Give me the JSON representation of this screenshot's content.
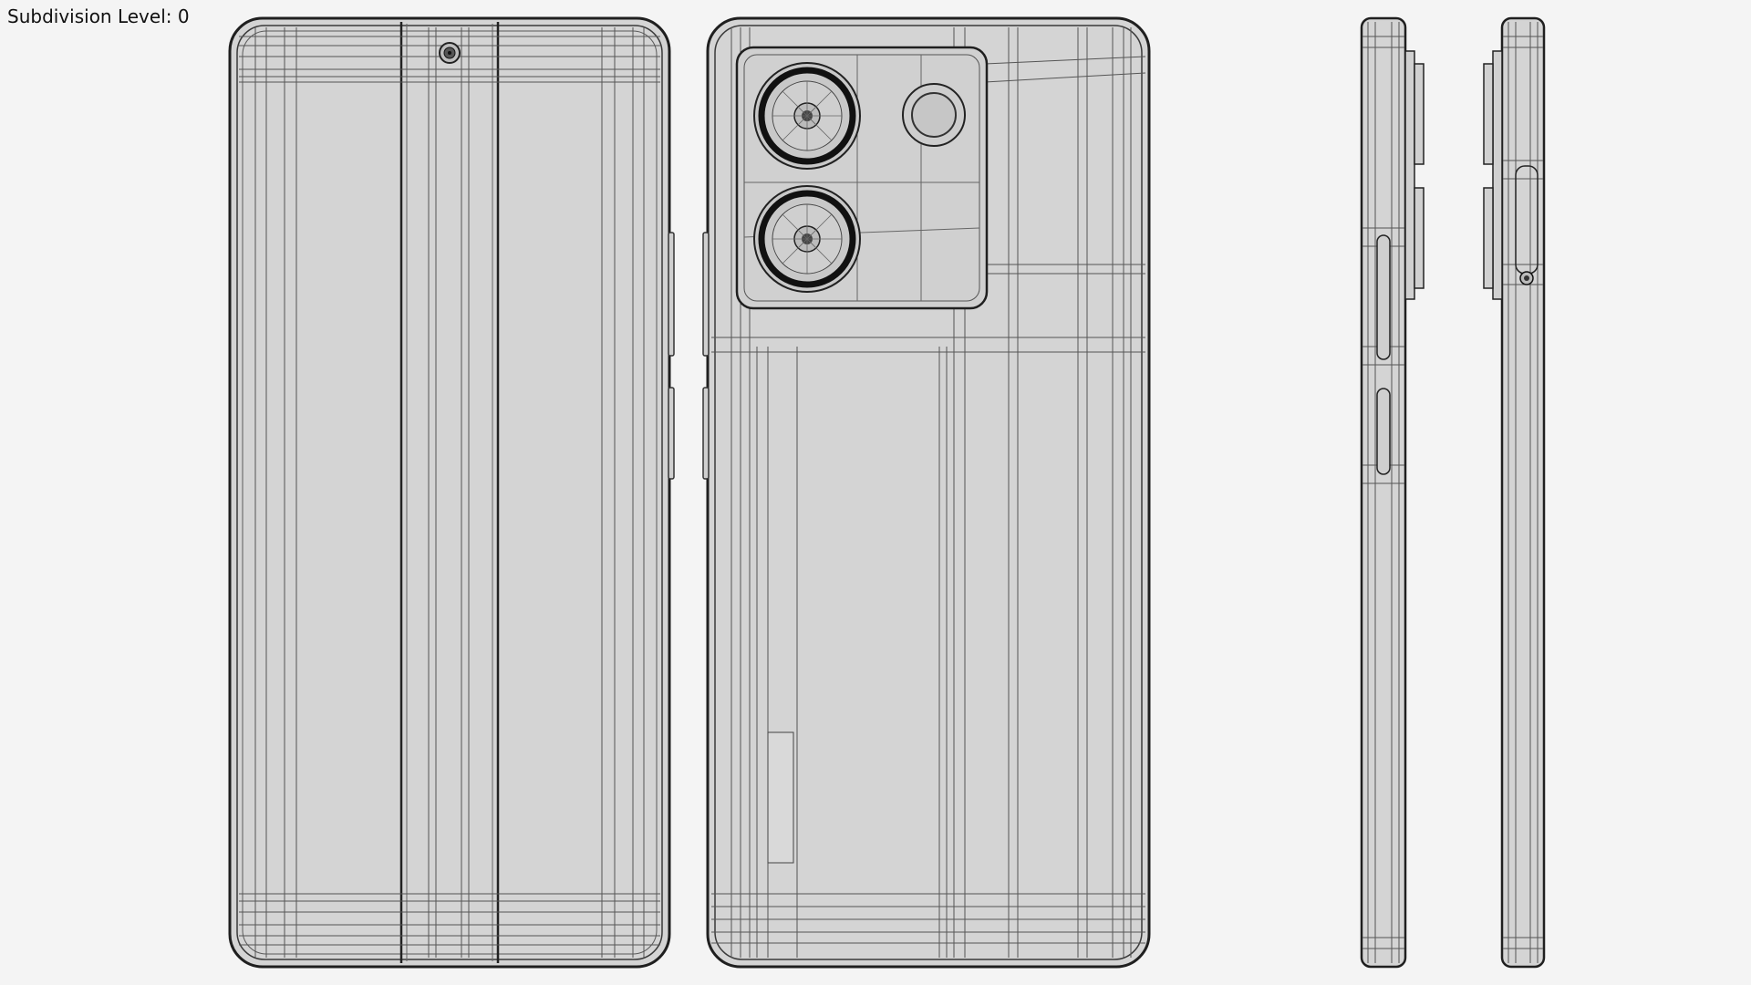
{
  "viewport": {
    "overlay_text": "Subdivision Level: 0",
    "mode": "wireframe",
    "colors": {
      "background": "#f4f4f4",
      "surface": "#d4d4d4",
      "wire": "#4a4a4a",
      "edge": "#1f1f1f",
      "lens_ring": "#111111"
    }
  },
  "views": [
    {
      "id": "front",
      "label": ""
    },
    {
      "id": "back",
      "label": ""
    },
    {
      "id": "side-left",
      "label": ""
    },
    {
      "id": "side-right",
      "label": ""
    }
  ]
}
